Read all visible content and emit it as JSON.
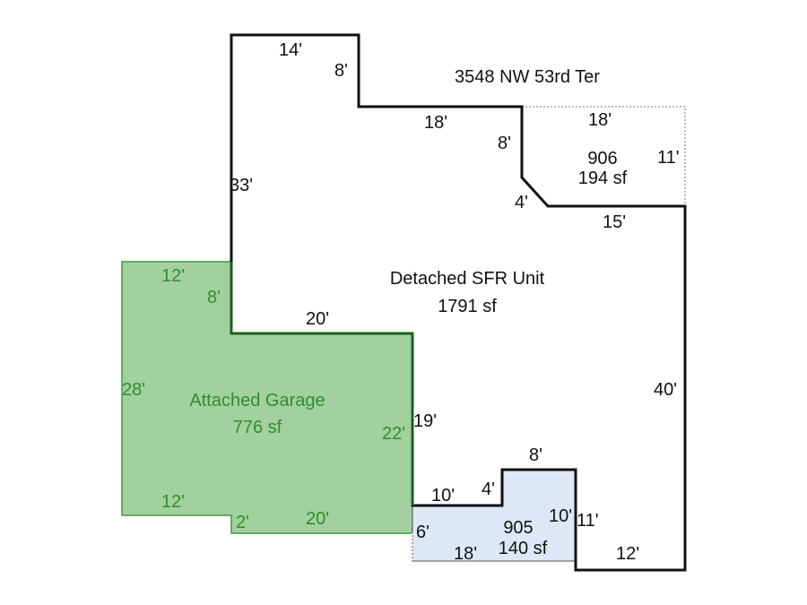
{
  "address": "3548 NW 53rd Ter",
  "colors": {
    "garage_fill": "#a2d09e",
    "garage_stroke": "#3c9a3c",
    "area905_fill": "#dce8f5",
    "label_green": "#2f8f2f"
  },
  "areas": {
    "main": {
      "name": "Detached SFR Unit",
      "sf": "1791 sf"
    },
    "garage": {
      "name": "Attached Garage",
      "sf": "776 sf"
    },
    "a906": {
      "code": "906",
      "sf": "194 sf"
    },
    "a905": {
      "code": "905",
      "sf": "140 sf"
    }
  },
  "dims": {
    "main": [
      "14'",
      "8'",
      "18'",
      "8'",
      "4'",
      "15'",
      "40'",
      "12'",
      "11'",
      "8'",
      "4'",
      "10'",
      "19'",
      "20'",
      "33'"
    ],
    "garage": [
      "12'",
      "8'",
      "28'",
      "12'",
      "2'",
      "20'",
      "22'"
    ],
    "a906": [
      "18'",
      "11'"
    ],
    "a905": [
      "6'",
      "18'",
      "10'"
    ]
  }
}
